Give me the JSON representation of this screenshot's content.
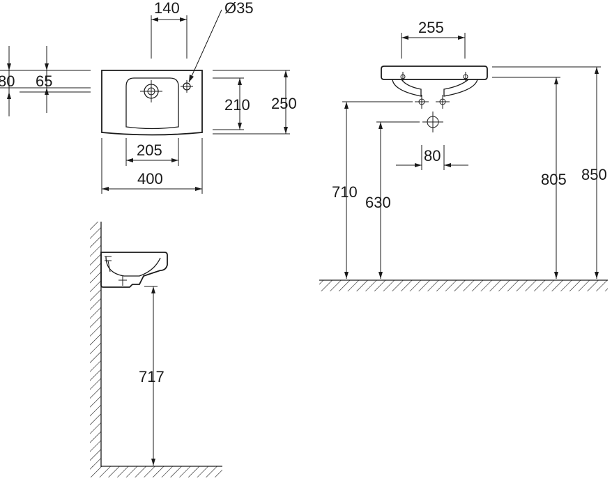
{
  "colors": {
    "line": "#1a1a1a",
    "background": "#ffffff"
  },
  "top_view": {
    "dim_140": "140",
    "dim_diameter": "Ø35",
    "dim_80": "80",
    "dim_65": "65",
    "dim_210": "210",
    "dim_250": "250",
    "dim_205": "205",
    "dim_400": "400"
  },
  "front_view": {
    "dim_255": "255",
    "dim_80": "80",
    "dim_710": "710",
    "dim_630": "630",
    "dim_805": "805",
    "dim_850": "850"
  },
  "side_view": {
    "dim_717": "717"
  }
}
